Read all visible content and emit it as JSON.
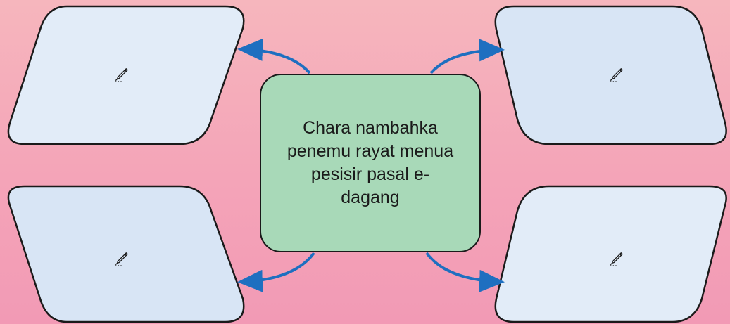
{
  "center_topic": {
    "text": "Chara nambahka penemu rayat menua pesisir pasal e-dagang",
    "fill": "#a8d9b8"
  },
  "answer_boxes": [
    {
      "position": "top-left",
      "icon": "pen-icon",
      "fill": "#e2ecf8"
    },
    {
      "position": "top-right",
      "icon": "pen-icon",
      "fill": "#d8e5f5"
    },
    {
      "position": "bottom-left",
      "icon": "pen-icon",
      "fill": "#d8e5f5"
    },
    {
      "position": "bottom-right",
      "icon": "pen-icon",
      "fill": "#e2ecf8"
    }
  ],
  "arrow_color": "#1e6fc0"
}
